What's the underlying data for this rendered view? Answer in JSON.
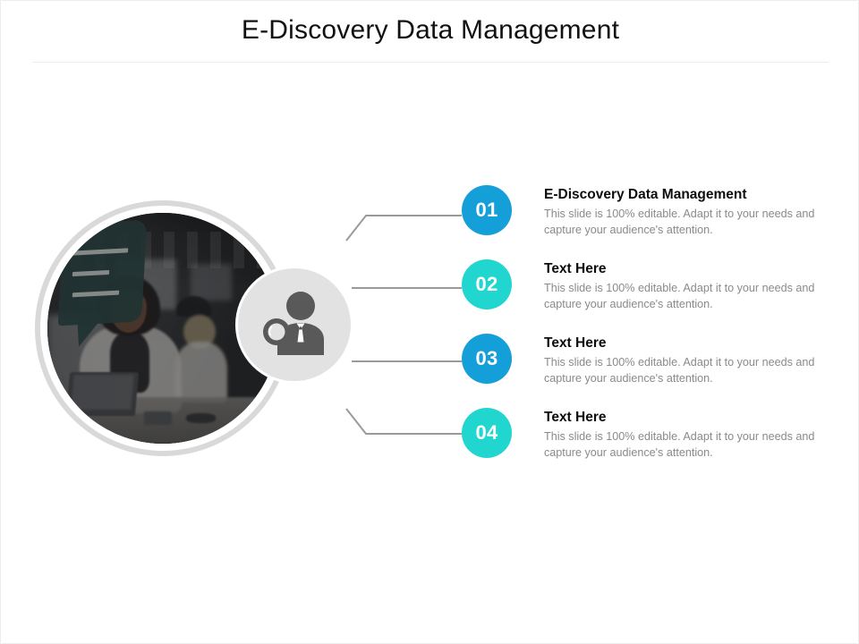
{
  "slide": {
    "title": "E-Discovery Data Management",
    "background_color": "#FFFFFF",
    "divider_color": "#ECECEC"
  },
  "visual": {
    "photo_alt": "Smiling businesswoman at laptop in an office meeting with colleagues",
    "photo_ring_color": "#D9D9D9",
    "bubble_color": "#2C4A48",
    "icon_circle_color": "#E2E2E2",
    "icon_name": "person-with-magnifier-icon",
    "icon_color": "#595959"
  },
  "connectors": {
    "color": "#9A9A9A",
    "width": 2
  },
  "items": [
    {
      "number": "01",
      "title": "E-Discovery Data Management",
      "body": "This slide is 100% editable. Adapt it to your needs and capture your audience's attention.",
      "color": "#159FD8"
    },
    {
      "number": "02",
      "title": "Text Here",
      "body": "This slide is 100% editable. Adapt it to your needs and capture your audience's attention.",
      "color": "#21D6CE"
    },
    {
      "number": "03",
      "title": "Text Here",
      "body": "This slide is 100% editable. Adapt it to your needs and capture your audience's attention.",
      "color": "#159FD8"
    },
    {
      "number": "04",
      "title": "Text Here",
      "body": "This slide is 100% editable. Adapt it to your needs and capture your audience's attention.",
      "color": "#21D6CE"
    }
  ]
}
